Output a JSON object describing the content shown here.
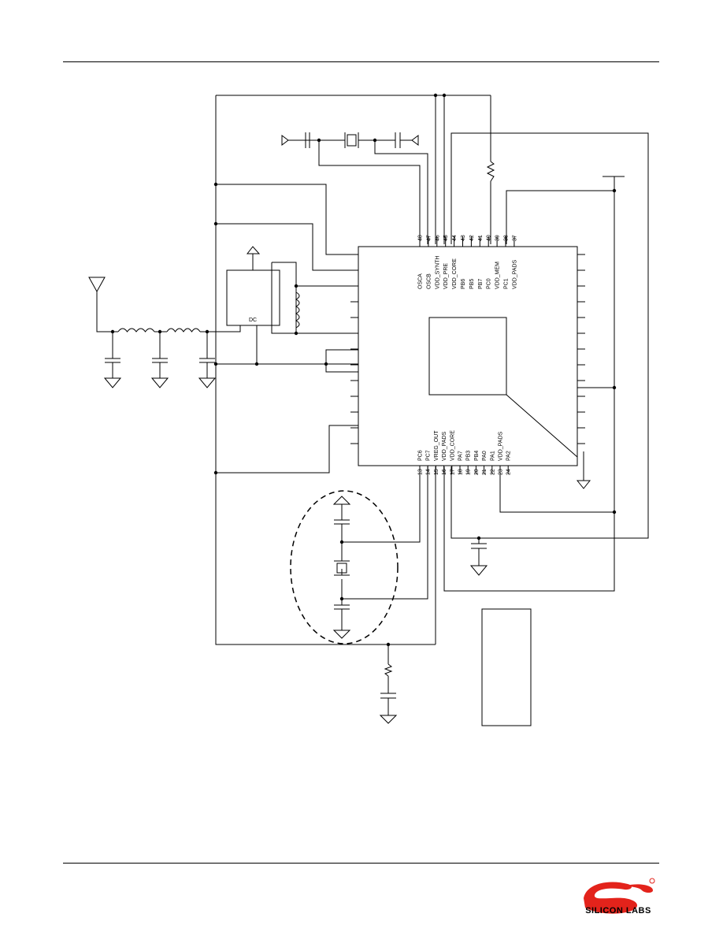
{
  "page": {
    "logo": {
      "name": "silicon-labs-logo",
      "text": "SILICON LABS",
      "color": "#e3231b"
    }
  },
  "schematic": {
    "dc_label": "DC",
    "top_pins": [
      {
        "num": "48",
        "name": "OSCA"
      },
      {
        "num": "47",
        "name": "OSCB"
      },
      {
        "num": "46",
        "name": "VDD_SYNTH"
      },
      {
        "num": "45",
        "name": "VDD_PRE"
      },
      {
        "num": "44",
        "name": "VDD_CORE"
      },
      {
        "num": "43",
        "name": "PB6"
      },
      {
        "num": "42",
        "name": "PB5"
      },
      {
        "num": "41",
        "name": "PB7"
      },
      {
        "num": "40",
        "name": "PC0"
      },
      {
        "num": "39",
        "name": "VDD_MEM"
      },
      {
        "num": "38",
        "name": "PC1"
      },
      {
        "num": "37",
        "name": "VDD_PADS"
      }
    ],
    "bottom_pins": [
      {
        "num": "13",
        "name": "PC6"
      },
      {
        "num": "14",
        "name": "PC7"
      },
      {
        "num": "15",
        "name": "VREG_OUT"
      },
      {
        "num": "16",
        "name": "VDD_PADS"
      },
      {
        "num": "17",
        "name": "VDD_CORE"
      },
      {
        "num": "18",
        "name": "PA7"
      },
      {
        "num": "19",
        "name": "PB3"
      },
      {
        "num": "20",
        "name": "PB4"
      },
      {
        "num": "21",
        "name": "PA0"
      },
      {
        "num": "22",
        "name": "PA1"
      },
      {
        "num": "23",
        "name": "VDD_PADS"
      },
      {
        "num": "24",
        "name": "PA2"
      }
    ]
  }
}
